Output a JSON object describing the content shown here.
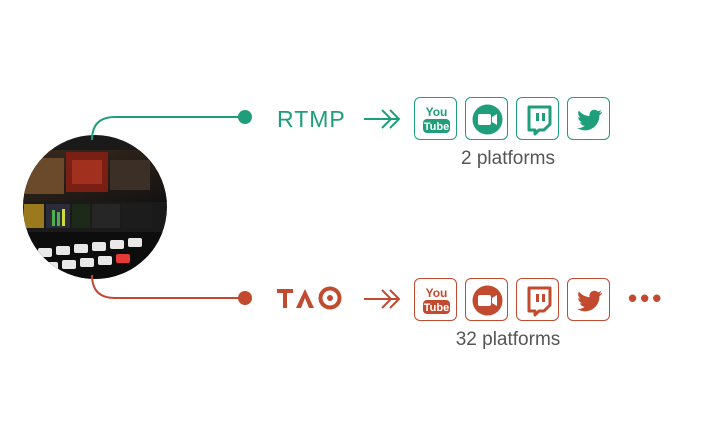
{
  "colors": {
    "rtmp": "#1f9e7c",
    "tao": "#c14a2f",
    "text_gray": "#555555"
  },
  "routes": [
    {
      "id": "rtmp",
      "label": "RTMP",
      "arrow_icon": "double-chevron-arrow-icon",
      "platform_icons": [
        "youtube-icon",
        "zoom-icon",
        "twitch-icon",
        "twitter-icon"
      ],
      "platform_count": "2 platforms",
      "more": ""
    },
    {
      "id": "tao",
      "label": "TAO",
      "label_style": "logo",
      "arrow_icon": "double-chevron-arrow-icon",
      "platform_icons": [
        "youtube-icon",
        "zoom-icon",
        "twitch-icon",
        "twitter-icon"
      ],
      "platform_count": "32 platforms",
      "more": "•••"
    }
  ],
  "source": {
    "image": "video-switcher-device-photo",
    "youtube_logo_text": [
      "You",
      "Tube"
    ]
  }
}
